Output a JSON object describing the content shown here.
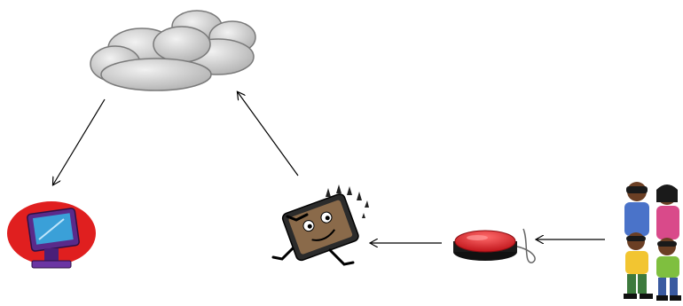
{
  "diagram": {
    "nodes": [
      {
        "id": "cloud",
        "icon": "cloud-icon"
      },
      {
        "id": "computer",
        "icon": "computer-monitor-icon"
      },
      {
        "id": "device",
        "icon": "excited-device-icon"
      },
      {
        "id": "switch",
        "icon": "red-button-switch-icon"
      },
      {
        "id": "people",
        "icon": "family-people-icon"
      }
    ],
    "edges": [
      {
        "from": "people",
        "to": "switch"
      },
      {
        "from": "switch",
        "to": "device"
      },
      {
        "from": "device",
        "to": "cloud"
      },
      {
        "from": "cloud",
        "to": "computer"
      }
    ]
  },
  "colors": {
    "cloud_fill": "#c9c9c9",
    "cloud_stroke": "#7a7a7a",
    "switch_red": "#e3262c",
    "monitor_bg_red": "#e01f1f",
    "monitor_purple": "#5a2a8a",
    "screen_blue": "#3aa0d8",
    "arrow": "#000000"
  }
}
